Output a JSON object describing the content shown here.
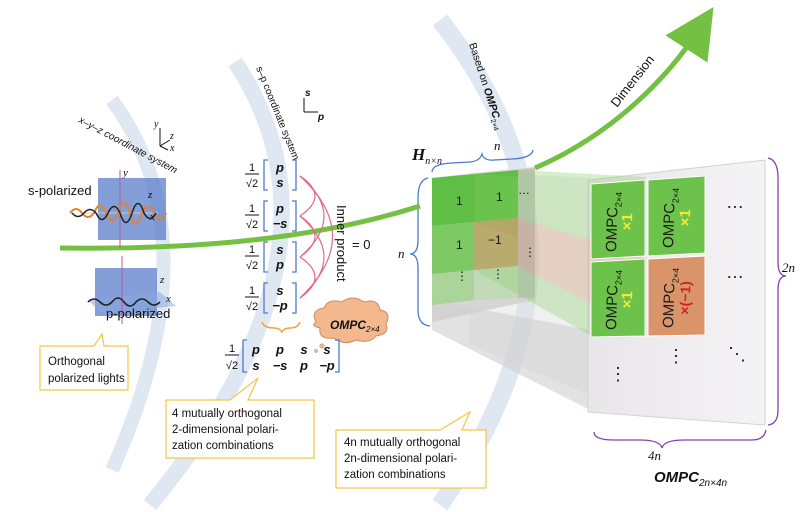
{
  "coordinate_system_xyz": {
    "label": "x–y–z  coordinate system",
    "axis_x": "x",
    "axis_y": "y",
    "axis_z": "z"
  },
  "coordinate_system_sp": {
    "label": "s–p coordinate system",
    "axis_s": "s",
    "axis_p": "p"
  },
  "s_polarized": {
    "label": "s-polarized",
    "axis_x": "x",
    "axis_y": "y",
    "axis_z": "z"
  },
  "p_polarized": {
    "label": "p-polarized",
    "axis_x": "x",
    "axis_z": "z"
  },
  "callouts": {
    "orthogonal_lights": [
      "Orthogonal",
      "polarized lights"
    ],
    "four_combinations": [
      "4 mutually orthogonal",
      "2-dimensional polari-",
      "zation combinations"
    ],
    "n4_combinations": [
      "4n mutually orthogonal",
      "2n-dimensional polari-",
      "zation combinations"
    ]
  },
  "vectors": {
    "prefix_num": "1",
    "prefix_den": "√2",
    "items": [
      {
        "top": "p",
        "bottom": "s"
      },
      {
        "top": "p",
        "bottom": "−s"
      },
      {
        "top": "s",
        "bottom": "p"
      },
      {
        "top": "s",
        "bottom": "−p"
      }
    ]
  },
  "inner_product": {
    "label": "Inner product",
    "equals": "= 0"
  },
  "ompc_bubble": {
    "text": "OMPC",
    "sub": "2×4"
  },
  "matrix_4": {
    "prefix_num": "1",
    "prefix_den": "√2",
    "row1": [
      "p",
      "p",
      "s",
      "s"
    ],
    "row2": [
      "s",
      "−s",
      "p",
      "−p"
    ]
  },
  "based_on": {
    "text": "Based on ",
    "ompc": "OMPC",
    "sub": "2×4"
  },
  "dimension_label": "Dimension",
  "hadamard": {
    "label": "H",
    "sub": "n×n",
    "n_top": "n",
    "n_left": "n",
    "cells": [
      "1",
      "1",
      "…",
      "1",
      "−1",
      "⋮",
      "⋮",
      "⋮"
    ]
  },
  "ompc_blocks": [
    {
      "name": "OMPC",
      "sub": "2×4",
      "factor": "×1",
      "color": "#6cc24a"
    },
    {
      "name": "OMPC",
      "sub": "2×4",
      "factor": "×1",
      "color": "#6cc24a"
    },
    {
      "name": "OMPC",
      "sub": "2×4",
      "factor": "×1",
      "color": "#6cc24a"
    },
    {
      "name": "OMPC",
      "sub": "2×4",
      "factor": "×(−1)",
      "color": "#d9946a"
    }
  ],
  "big_matrix": {
    "dots_h": "…",
    "dots_v": "⋮",
    "dots_d": "⋱",
    "label_2n": "2n",
    "label_4n": "4n",
    "bottom_label": "OMPC",
    "bottom_sub": "2n×4n"
  },
  "colors": {
    "arc": "#dfe7f3",
    "green": "#74c043",
    "green_dark": "#4fa82c",
    "blue_panel": "#5b7ec9",
    "callout": "#f2c744",
    "brace_blue": "#4a7bd0",
    "brace_purple": "#8a3fb0",
    "orange_brace": "#f0a040",
    "bubble": "#f4b88f"
  }
}
